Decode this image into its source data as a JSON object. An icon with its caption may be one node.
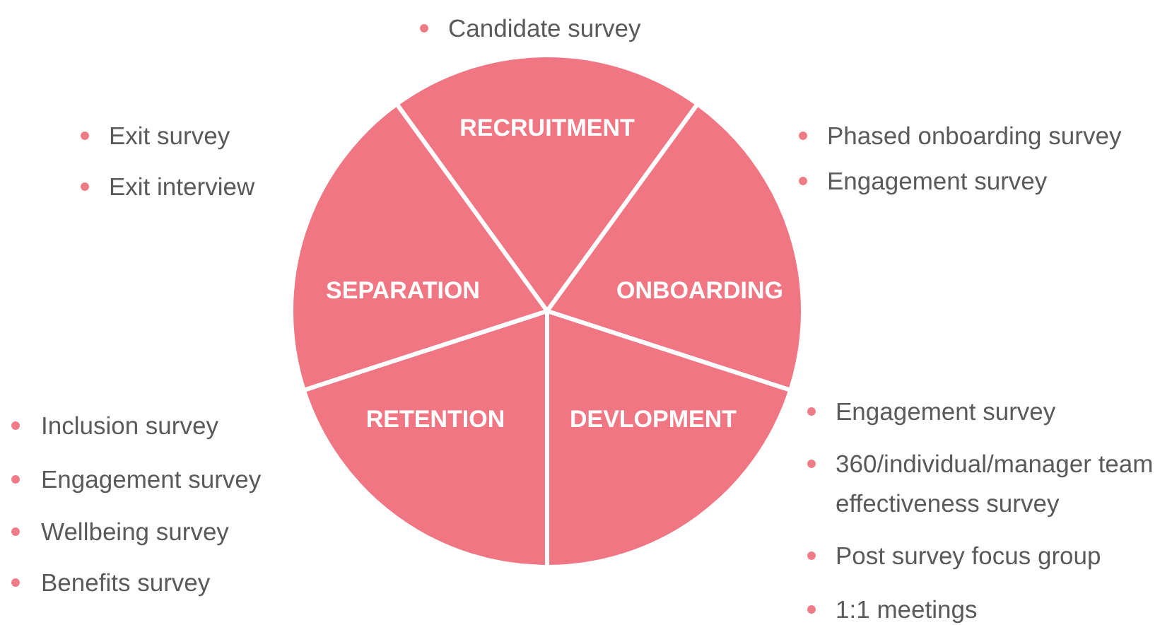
{
  "diagram": {
    "nodes": [
      {
        "text": [
          "RECRUITMENT"
        ],
        "beside": [
          "Candidate survey"
        ]
      },
      {
        "text": [
          "ONBOARDING"
        ],
        "beside": [
          "Phased onboarding survey",
          "Engagement survey"
        ]
      },
      {
        "text": [
          "DEVLOPMENT"
        ],
        "beside": [
          "Engagement survey",
          "360/individual/manager team effectiveness survey",
          "Post survey focus group",
          "1:1 meetings"
        ]
      },
      {
        "text": [
          "RETENTION"
        ],
        "beside": [
          "Inclusion survey",
          "Engagement survey",
          "Wellbeing survey",
          "Benefits survey"
        ]
      },
      {
        "text": [
          "SEPARATION"
        ],
        "beside": [
          "Exit survey",
          "Exit interview"
        ]
      }
    ]
  }
}
